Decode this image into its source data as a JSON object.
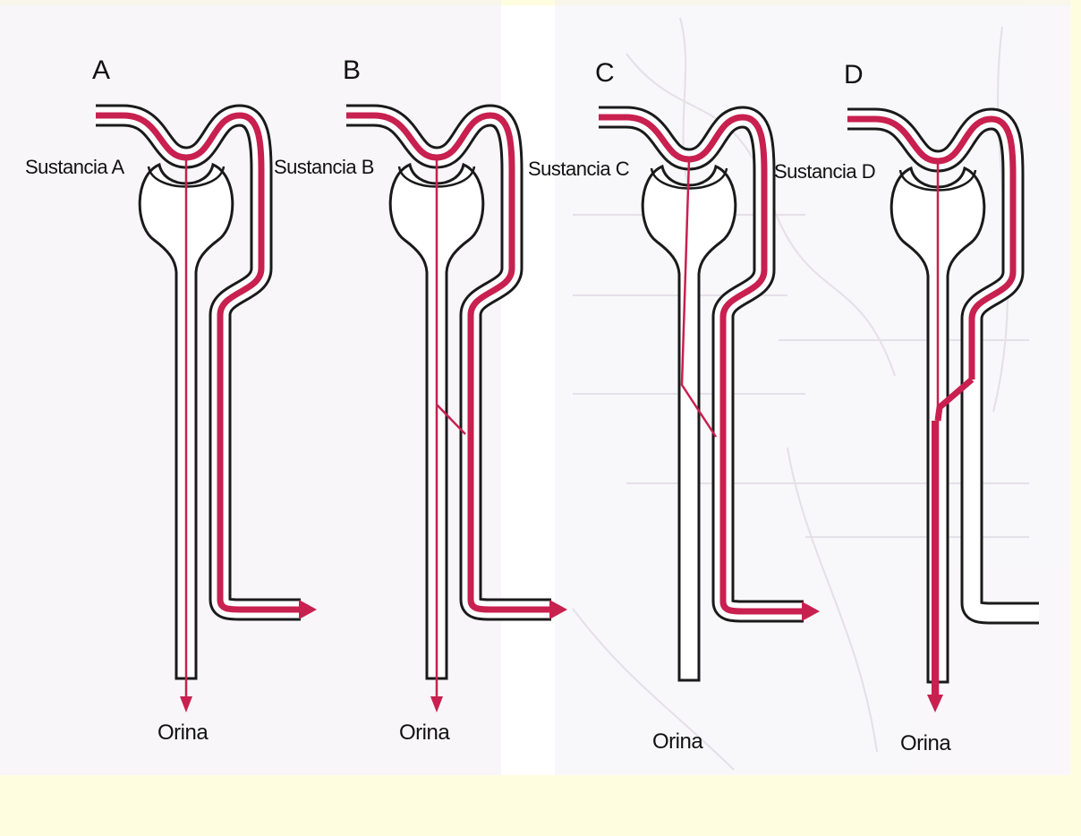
{
  "colors": {
    "background": "#ffffff",
    "footer": "#fffde0",
    "side_strip": "#fffde0",
    "flow": "#c8204f",
    "outline": "#1a1a1a",
    "watermark": "#e8e2ea"
  },
  "panels": [
    {
      "id": "A",
      "letter": "A",
      "substance": "Sustancia A",
      "outlet": "Orina",
      "fate": "filtered-and-excreted"
    },
    {
      "id": "B",
      "letter": "B",
      "substance": "Sustancia B",
      "outlet": "Orina",
      "fate": "filtered-partially-reabsorbed"
    },
    {
      "id": "C",
      "letter": "C",
      "substance": "Sustancia C",
      "outlet": "Orina",
      "fate": "filtered-completely-reabsorbed"
    },
    {
      "id": "D",
      "letter": "D",
      "substance": "Sustancia D",
      "outlet": "Orina",
      "fate": "filtered-and-secreted"
    }
  ]
}
